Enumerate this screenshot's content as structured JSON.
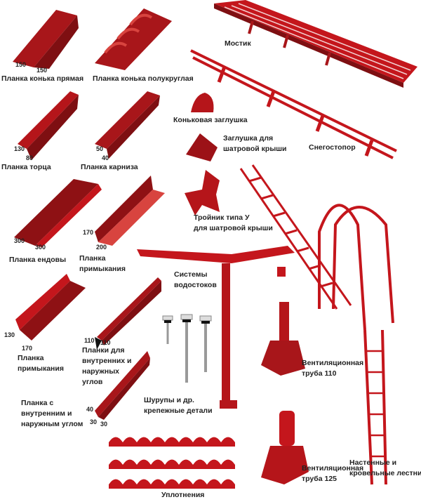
{
  "colors": {
    "metal": "#c4161c",
    "metal_dark": "#7e0f12",
    "metal_light": "#d8443f"
  },
  "items": {
    "ridge_straight": {
      "label": "Планка конька прямая",
      "dims": [
        "150",
        "150"
      ]
    },
    "ridge_round": {
      "label": "Планка конька полукруглая"
    },
    "bridge": {
      "label": "Мостик"
    },
    "ridge_cap": {
      "label": "Коньковая заглушка"
    },
    "hip_cap": {
      "label_lines": [
        "Заглушка для",
        "шатровой крыши"
      ]
    },
    "snow_guard": {
      "label": "Снегостопор"
    },
    "gable": {
      "label": "Планка торца",
      "dims": [
        "130",
        "80"
      ]
    },
    "eave": {
      "label": "Планка карниза",
      "dims": [
        "50",
        "40"
      ]
    },
    "tee": {
      "label_lines": [
        "Тройник типа У",
        "для шатровой крыши"
      ]
    },
    "valley": {
      "label": "Планка ендовы",
      "dims": [
        "300",
        "300"
      ]
    },
    "abutment1": {
      "label_lines": [
        "Планка",
        "примыкания"
      ],
      "dims": [
        "170",
        "200"
      ]
    },
    "gutters": {
      "label_lines": [
        "Системы",
        "водостоков"
      ]
    },
    "abutment2": {
      "label_lines": [
        "Планка",
        "примыкания"
      ],
      "dims": [
        "130",
        "170"
      ]
    },
    "corners": {
      "label_lines": [
        "Планки для",
        "внутренних и",
        "наружных",
        "углов"
      ],
      "dims": [
        "110",
        "110"
      ]
    },
    "screws": {
      "label_lines": [
        "Шурупы и др.",
        "крепежные детали"
      ]
    },
    "vent110": {
      "label_lines": [
        "Вентиляционная",
        "труба 110"
      ]
    },
    "corner_strip": {
      "label_lines": [
        "Планка с",
        "внутренним и",
        "наружным углом"
      ],
      "dims": [
        "40",
        "30",
        "30"
      ]
    },
    "seals": {
      "label": "Уплотнения"
    },
    "vent125": {
      "label_lines": [
        "Вентиляционная",
        "труба 125"
      ]
    },
    "ladders": {
      "label_lines": [
        "Настенные и",
        "кровельные лестницы"
      ]
    }
  }
}
